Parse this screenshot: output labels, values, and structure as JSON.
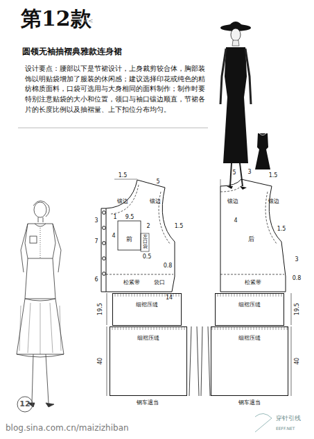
{
  "diagram": {
    "title": "第12款",
    "nodes": [
      {
        "text": [
          "细褶压缝"
        ]
      },
      {
        "text": [
          "细褶压缝"
        ]
      },
      {
        "text": [
          "细褶压缝"
        ]
      },
      {
        "text": [
          "细褶压缝"
        ]
      }
    ],
    "labels": [
      "圆领无袖抽褶典雅款连身裙",
      "<<<",
      "设计要点：腰部以下是节裙设计，上身裁剪较合体，胸部装饰以明贴袋增加了服装的休闲感；建议选择印花或纯色的精纺棉质面料，口袋可选用与大身相同的面料制作；制作时要特别注意贴袋的大小和位置，领口与袖口镶边顺直，节裙各片的长度比例以及抽褶量、上下扣位分布均匀。",
      "1.5",
      "5",
      "镶边",
      "镶边",
      "3",
      "1",
      "9.5",
      "2",
      "1.5",
      "4",
      "7",
      "前",
      "左口袋",
      "0.5",
      "0.8",
      "6",
      "松紧带",
      "袋口",
      "14",
      "19.5",
      "40",
      "钢车退当",
      "5",
      "3",
      "1.5",
      "镶边",
      "镶边",
      "4",
      "1.5",
      "后",
      "3",
      "0.8",
      "松紧带",
      "19.5",
      "40",
      "钢车退当",
      "12",
      "blog.sina.com.cn/maizizhiban",
      "穿针引线",
      "EEFF.NET"
    ]
  }
}
